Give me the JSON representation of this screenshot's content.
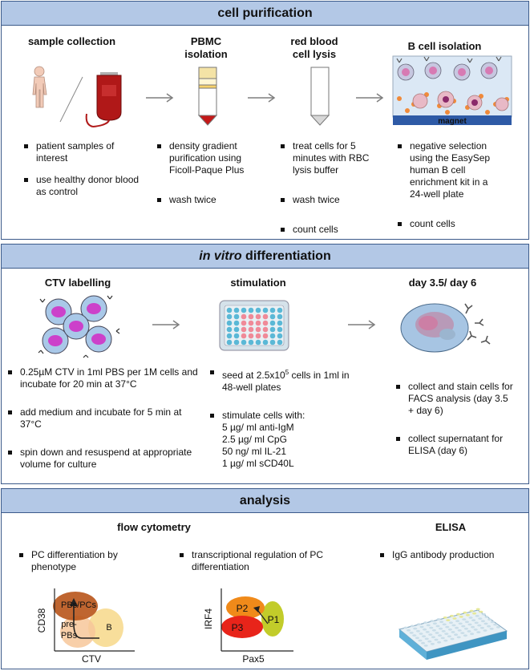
{
  "sections": {
    "purification": {
      "title": "cell purification",
      "columns": [
        {
          "title": "sample collection",
          "bullets": [
            "patient samples of interest",
            "use healthy donor blood as control"
          ]
        },
        {
          "title_line1": "PBMC",
          "title_line2": "isolation",
          "bullets": [
            "density gradient purification using Ficoll-Paque Plus",
            "wash twice"
          ]
        },
        {
          "title_line1": "red blood",
          "title_line2": "cell lysis",
          "bullets": [
            "treat cells for 5 minutes with RBC lysis buffer",
            "wash twice",
            "count cells"
          ]
        },
        {
          "title": "B cell isolation",
          "magnet_label": "magnet",
          "bullets": [
            "negative selection using the EasySep human B cell enrichment kit in a 24-well plate",
            "count cells"
          ]
        }
      ]
    },
    "differentiation": {
      "title_italic": "in vitro",
      "title_rest": " differentiation",
      "columns": [
        {
          "title": "CTV labelling",
          "bullets": [
            "0.25µM CTV in 1ml PBS per 1M cells and incubate for 20 min at 37°C",
            "add medium and incubate for 5 min at 37°C",
            "spin down and resuspend at appropriate volume for culture"
          ]
        },
        {
          "title": "stimulation",
          "seed_pre": "seed at 2.5x10",
          "seed_sup": "5",
          "seed_post": " cells in 1ml in 48-well plates",
          "stim_intro": "stimulate cells with:",
          "stim_items": [
            "5 µg/ ml anti-IgM",
            "2.5 µg/ ml CpG",
            "50 ng/ ml IL-21",
            "1 µg/ ml sCD40L"
          ]
        },
        {
          "title": "day 3.5/ day 6",
          "bullets": [
            "collect and stain cells for FACS analysis (day 3.5 + day 6)",
            "collect supernatant for ELISA (day 6)"
          ]
        }
      ]
    },
    "analysis": {
      "title": "analysis",
      "flow_title": "flow cytometry",
      "elisa_title": "ELISA",
      "bullets": {
        "phenotype": "PC differentiation by phenotype",
        "transcription": "transcriptional regulation of PC differentiation",
        "igg": "IgG antibody production"
      },
      "plot1": {
        "xlabel": "CTV",
        "ylabel": "CD38",
        "labels": [
          "PBs/PCs",
          "pre-",
          "PBs",
          "B"
        ]
      },
      "plot2": {
        "xlabel": "Pax5",
        "ylabel": "IRF4",
        "labels": [
          "P2",
          "P3",
          "P1"
        ]
      }
    }
  },
  "colors": {
    "header_bg": "#b3c8e6",
    "border": "#3c5a8a",
    "arrow": "#7f7f7f"
  }
}
